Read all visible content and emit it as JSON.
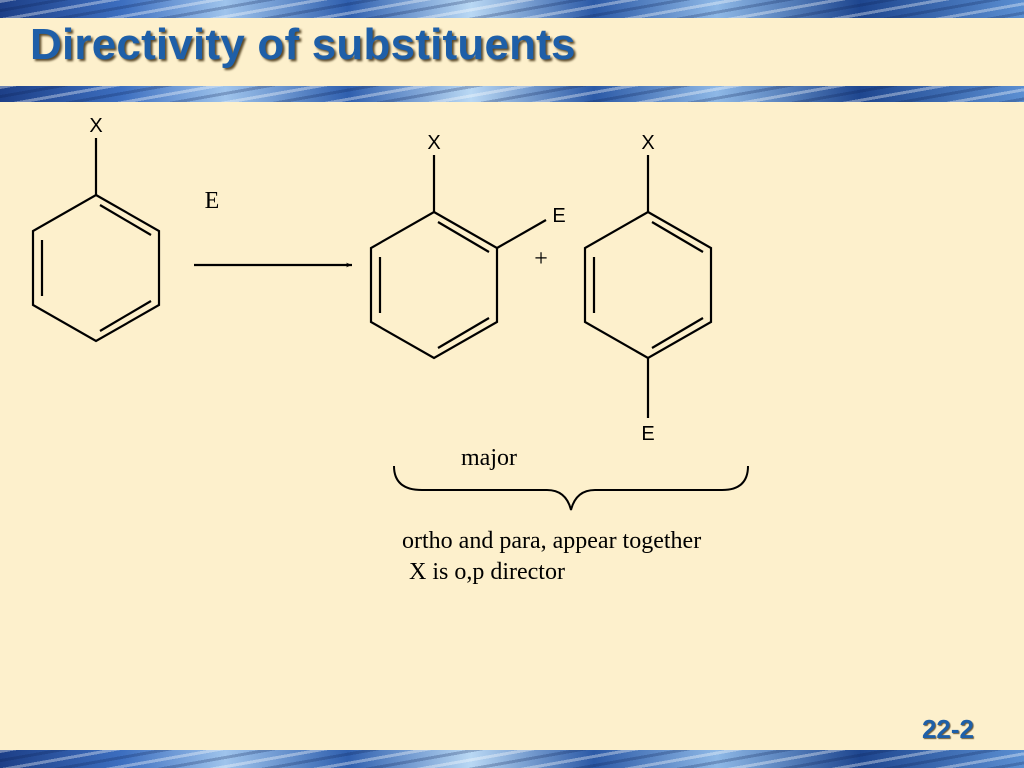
{
  "slide": {
    "title": "Directivity of substituents",
    "page_number": "22-2"
  },
  "reaction": {
    "reactant_substituent": "X",
    "reagent": "E",
    "ortho_substituent": "X",
    "ortho_electrophile": "E",
    "plus_sign": "+",
    "para_substituent": "X",
    "para_electrophile": "E"
  },
  "annotation": {
    "major_label": "major",
    "line1": "ortho and para, appear together",
    "line2": "X is o,p director"
  }
}
